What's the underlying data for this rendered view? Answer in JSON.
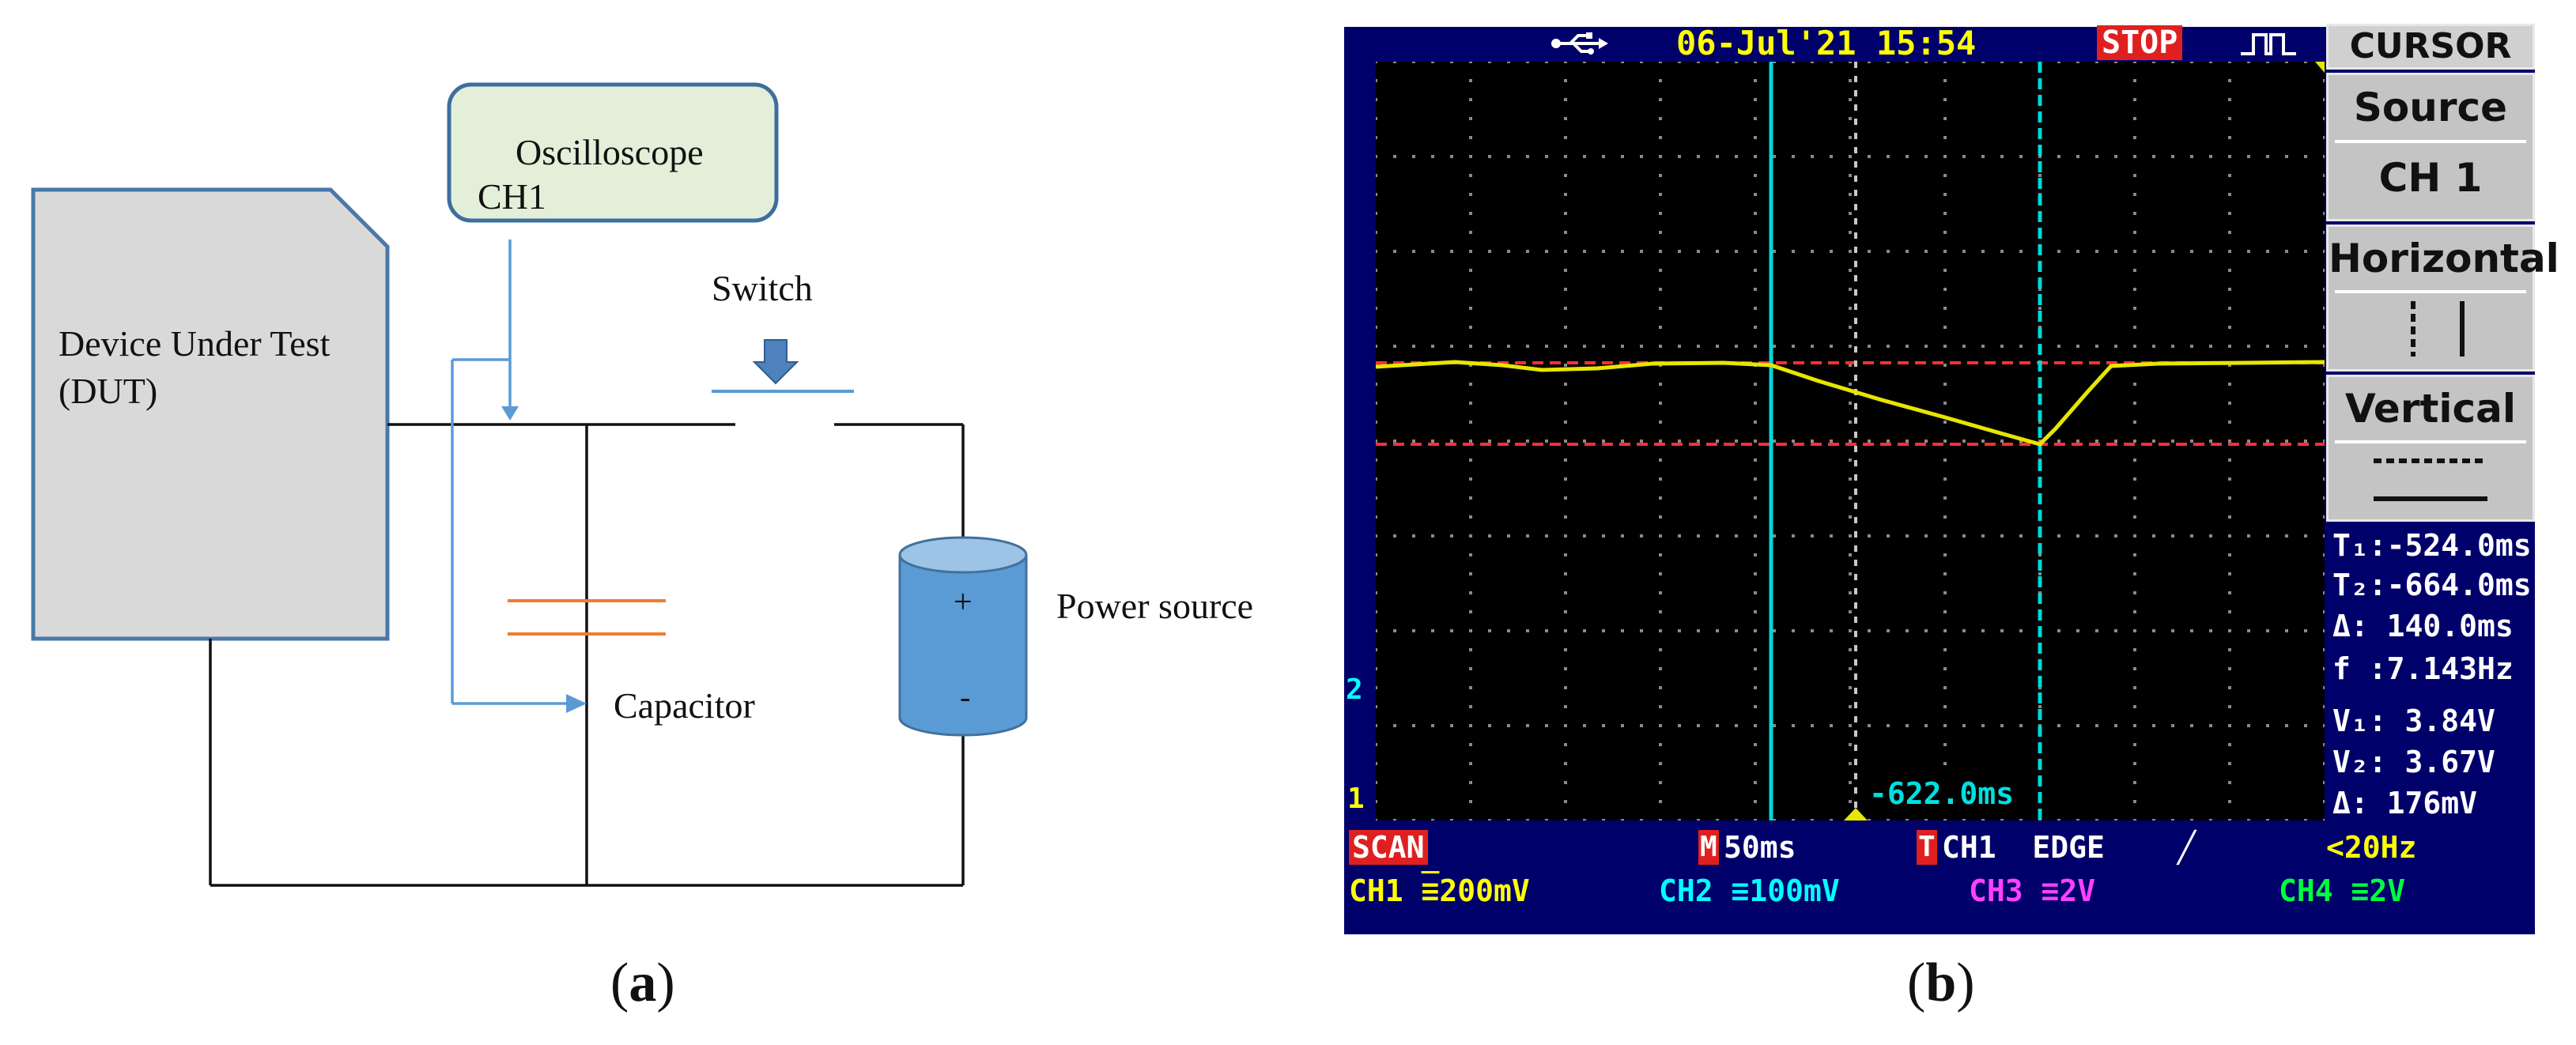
{
  "panel_a": {
    "label": "a",
    "oscilloscope": {
      "title": "Oscilloscope",
      "channel": "CH1"
    },
    "dut": {
      "line1": "Device Under Test",
      "line2": "(DUT)"
    },
    "switch_label": "Switch",
    "capacitor_label": "Capacitor",
    "power_source_label": "Power source",
    "plus_sign": "+",
    "minus_sign": "-"
  },
  "panel_b": {
    "label": "b",
    "top_bar": {
      "usb_icon": "usb-icon",
      "datetime": "06-Jul'21 15:54",
      "status": "STOP",
      "wave_icon": "pulse-icon"
    },
    "menu": {
      "title": "CURSOR",
      "source_label": "Source",
      "source_value": "CH 1",
      "horizontal_label": "Horizontal",
      "vertical_label": "Vertical"
    },
    "readouts": {
      "t1": "T₁:-524.0ms",
      "t2": "T₂:-664.0ms",
      "dt": "Δ: 140.0ms",
      "freq": "f :7.143Hz",
      "v1": "V₁: 3.84V",
      "v2": "V₂: 3.67V",
      "dv": "Δ: 176mV"
    },
    "cursor_time": "-622.0ms",
    "markers": {
      "ch2": "2",
      "ch1": "1"
    },
    "status_bar": {
      "mode": "SCAN",
      "timebase_tag": "M",
      "timebase": "50ms",
      "trigger_tag": "T",
      "trigger": "CH1  EDGE",
      "trigger_slope": "╱",
      "trigger_freq": "<20Hz"
    },
    "channels": [
      {
        "name": "CH1",
        "scale": "200mV",
        "color": "#ffff00"
      },
      {
        "name": "CH2",
        "scale": "100mV",
        "color": "#00ffff"
      },
      {
        "name": "CH3",
        "scale": "2V",
        "color": "#ff40ff"
      },
      {
        "name": "CH4",
        "scale": "2V",
        "color": "#00ff00"
      }
    ],
    "colors": {
      "frame": "#00006a",
      "trace": "#e6e600",
      "cursor": "#00d8d8",
      "ref": "#ff3030"
    }
  }
}
